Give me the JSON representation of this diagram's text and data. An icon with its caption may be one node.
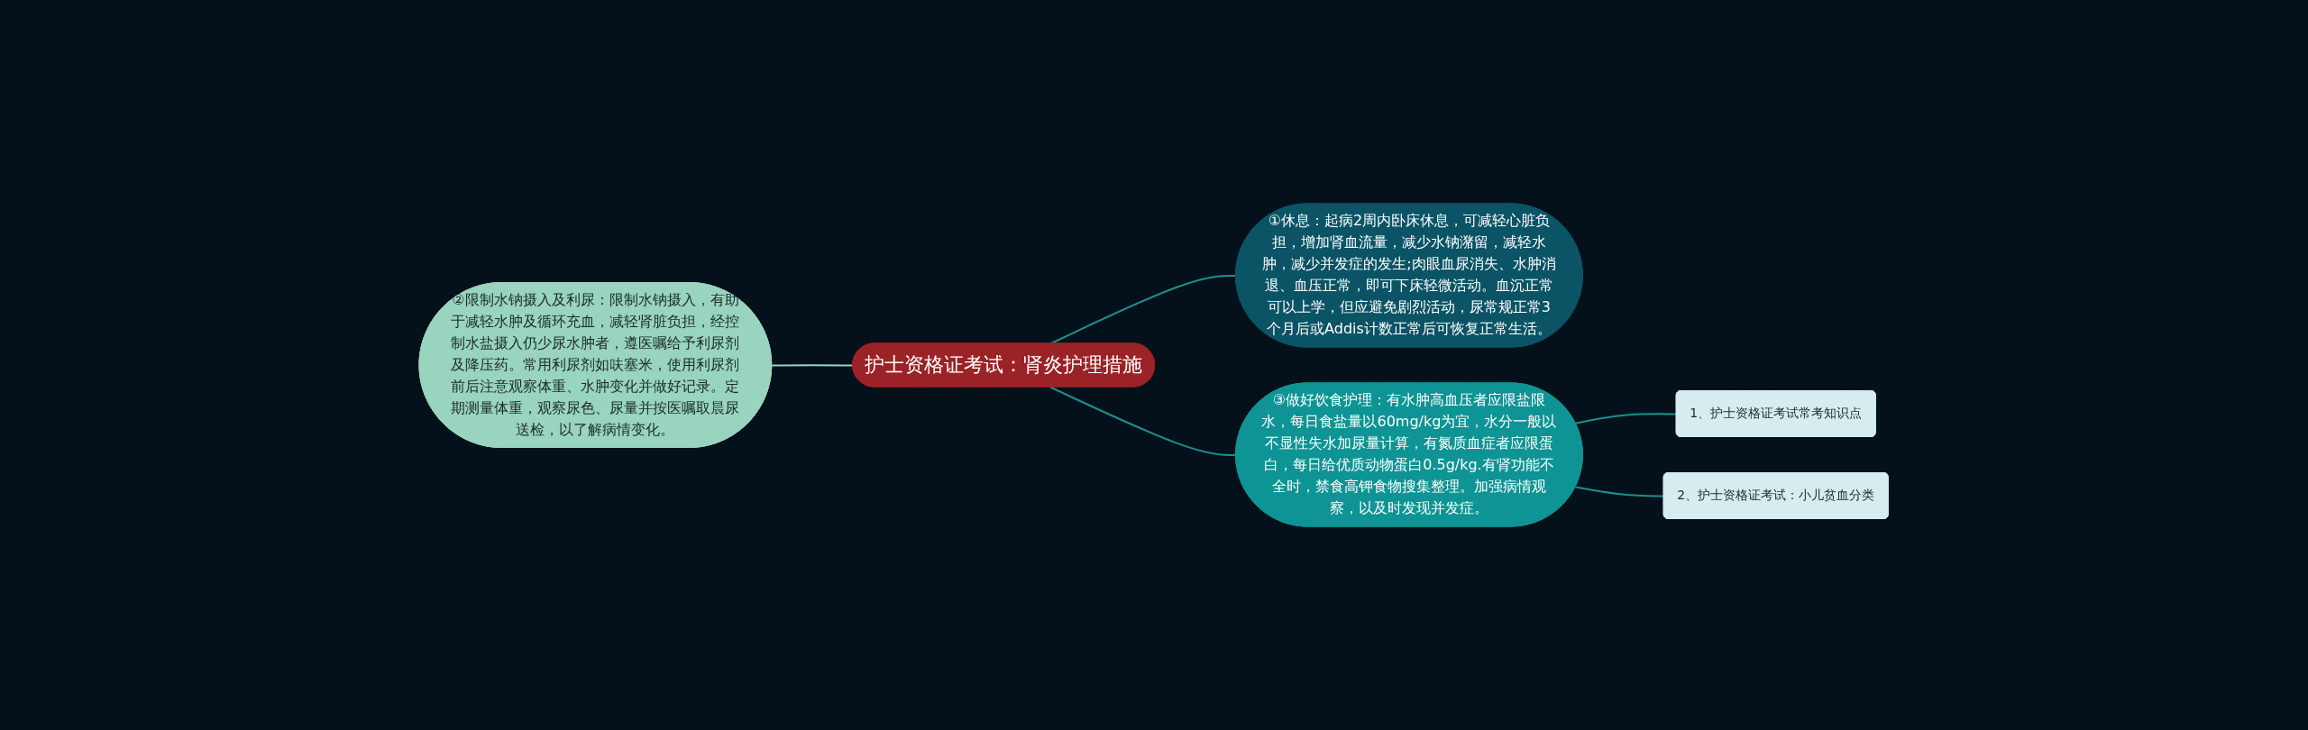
{
  "diagram": {
    "nodes": [
      {
        "text": [
          "护士资格证考试：肾炎护理措施"
        ]
      },
      {
        "text": [
          "②限制水钠摄入及利尿：限制水钠摄入，有助于减轻水肿及循环充血，减轻肾脏负担，经控制水盐摄入仍少尿水肿者，遵医嘱给予利尿剂及降压药。常用利尿剂如呋塞米，使用利尿剂前后注意观察体重、水肿变化并做好记录。定期测量体重，观察尿色、尿量并按医嘱取晨尿送检，以了解病情变化。"
        ]
      },
      {
        "text": [
          "①休息：起病2周内卧床休息，可减轻心脏负担，增加肾血流量，减少水钠潴留，减轻水肿，减少并发症的发生;肉眼血尿消失、水肿消退、血压正常，即可下床轻微活动。血沉正常可以上学，但应避免剧烈活动，尿常规正常3个月后或Addis计数正常后可恢复正常生活。"
        ]
      },
      {
        "text": [
          "③做好饮食护理：有水肿高血压者应限盐限水，每日食盐量以60mg/kg为宜，水分一般以不显性失水加尿量计算，有氮质血症者应限蛋白，每日给优质动物蛋白0.5g/kg.有肾功能不全时，禁食高钾食物搜集整理。加强病情观察，以及时发现并发症。"
        ]
      },
      {
        "text": [
          "1、护士资格证考试常考知识点"
        ]
      },
      {
        "text": [
          "2、护士资格证考试：小儿贫血分类"
        ]
      }
    ],
    "edges": [
      {
        "from": 0,
        "to": 1,
        "arrow": "none",
        "color": "#98d4be"
      },
      {
        "from": 0,
        "to": 2,
        "arrow": "none"
      },
      {
        "from": 0,
        "to": 3,
        "arrow": "none"
      },
      {
        "from": 3,
        "to": 4,
        "arrow": "none"
      },
      {
        "from": 3,
        "to": 5,
        "arrow": "none"
      }
    ]
  }
}
